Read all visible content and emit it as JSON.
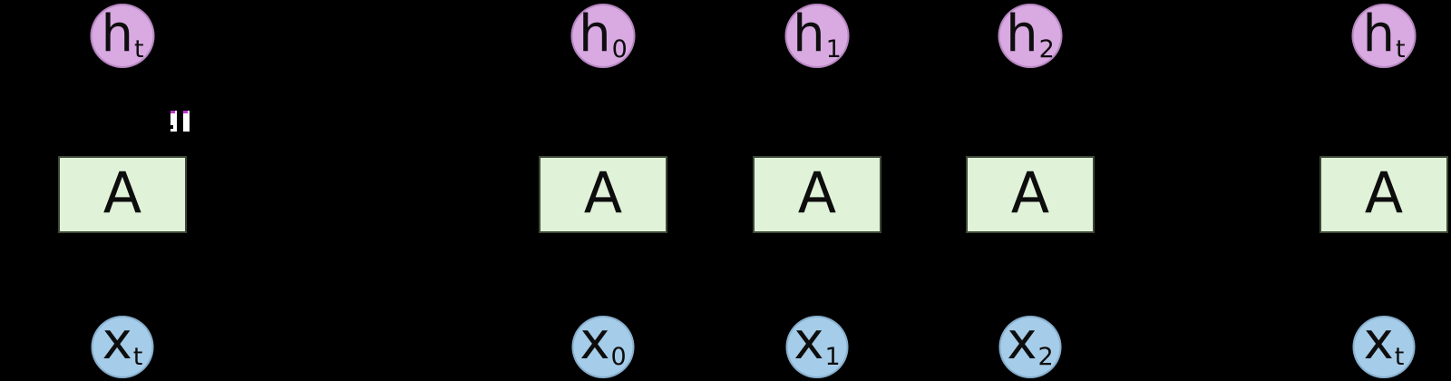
{
  "colors": {
    "background": "#000000",
    "hidden_node_fill": "#d9a9e2",
    "input_node_fill": "#a5cce8",
    "cell_fill": "#e0f3d8",
    "cell_border": "#3d4937",
    "label_text": "#0d0d0d",
    "artifact_white": "#ffffff",
    "artifact_magenta": "#c52fd8"
  },
  "rolled": {
    "hidden": {
      "base": "h",
      "sub": "t"
    },
    "cell": "A",
    "input": {
      "base": "x",
      "sub": "t"
    }
  },
  "unrolled": {
    "columns": [
      {
        "hidden": {
          "base": "h",
          "sub": "0"
        },
        "cell": "A",
        "input": {
          "base": "x",
          "sub": "0"
        }
      },
      {
        "hidden": {
          "base": "h",
          "sub": "1"
        },
        "cell": "A",
        "input": {
          "base": "x",
          "sub": "1"
        }
      },
      {
        "hidden": {
          "base": "h",
          "sub": "2"
        },
        "cell": "A",
        "input": {
          "base": "x",
          "sub": "2"
        }
      },
      {
        "hidden": {
          "base": "h",
          "sub": "t"
        },
        "cell": "A",
        "input": {
          "base": "x",
          "sub": "t"
        }
      }
    ]
  }
}
